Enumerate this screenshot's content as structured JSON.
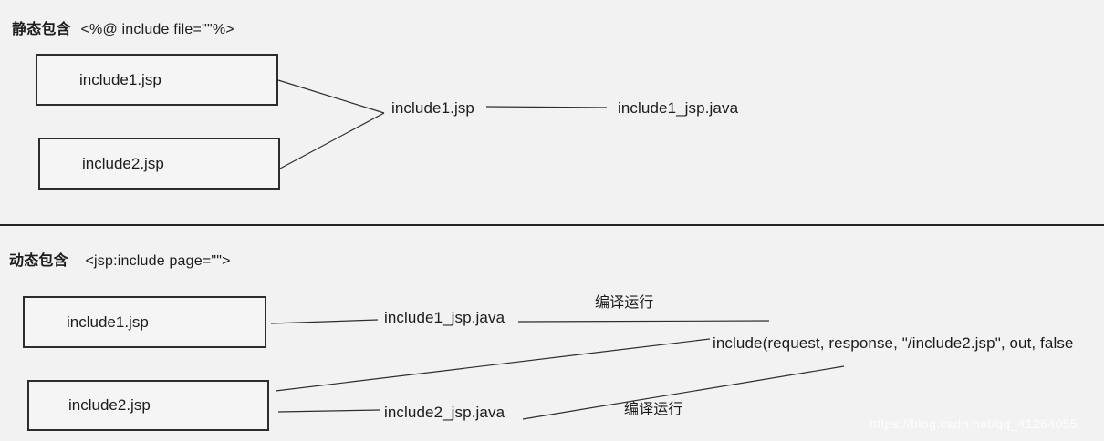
{
  "page": {
    "background_color": "#f2f2f3",
    "line_color": "#2d2d2d",
    "text_color": "#1c1c1c"
  },
  "static_section": {
    "title_zh": "静态包含",
    "title_code": "<%@ include file=\"\"%>",
    "boxes": [
      {
        "label": "include1.jsp"
      },
      {
        "label": "include2.jsp"
      }
    ],
    "merged_label": "include1.jsp",
    "output_label": "include1_jsp.java"
  },
  "dynamic_section": {
    "title_zh": "动态包含",
    "title_code": "<jsp:include page=\"\">",
    "rows": [
      {
        "box_label": "include1.jsp",
        "java_label": "include1_jsp.java",
        "action_label": "编译运行"
      },
      {
        "box_label": "include2.jsp",
        "java_label": "include2_jsp.java",
        "action_label": "编译运行"
      }
    ],
    "include_call": "include(request, response, \"/include2.jsp\", out, false"
  },
  "watermark": "https://blog.csdn.net/qq_41264055"
}
